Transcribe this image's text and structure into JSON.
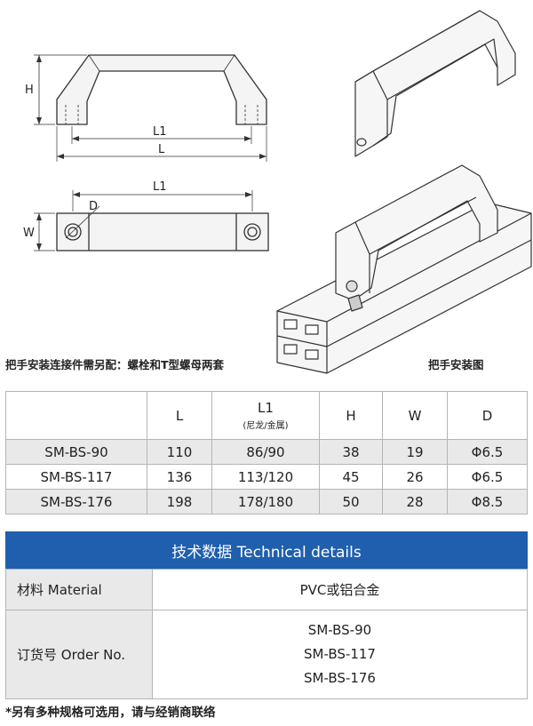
{
  "drawings": {
    "front_view": {
      "dim_H": "H",
      "dim_L1": "L1",
      "dim_L": "L"
    },
    "top_view": {
      "dim_L1": "L1",
      "dim_W": "W",
      "dim_D": "D"
    }
  },
  "notes": {
    "connector": "把手安装连接件需另配：螺栓和T型螺母两套",
    "install": "把手安装图"
  },
  "spec_table": {
    "headers": [
      "",
      "L",
      "L1",
      "H",
      "W",
      "D"
    ],
    "l1_sub": "(尼龙/金属)",
    "rows": [
      [
        "SM-BS-90",
        "110",
        "86/90",
        "38",
        "19",
        "Φ6.5"
      ],
      [
        "SM-BS-117",
        "136",
        "113/120",
        "45",
        "26",
        "Φ6.5"
      ],
      [
        "SM-BS-176",
        "198",
        "178/180",
        "50",
        "28",
        "Φ8.5"
      ]
    ]
  },
  "tech": {
    "title": "技术数据 Technical details",
    "material_label": "材料 Material",
    "material_value": "PVC或铝合金",
    "order_label": "订货号 Order No.",
    "order_values": [
      "SM-BS-90",
      "SM-BS-117",
      "SM-BS-176"
    ]
  },
  "footnote": "*另有多种规格可选用，请与经销商联络",
  "colors": {
    "header_blue": "#1f5fae",
    "row_gray": "#e9e9e9"
  }
}
